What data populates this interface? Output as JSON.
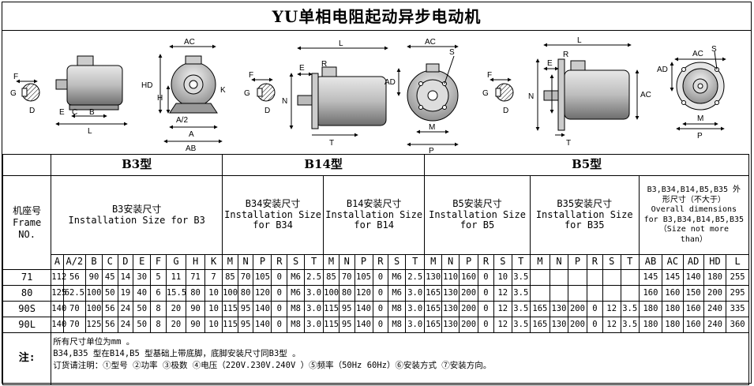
{
  "title": "YU单相电阻起动异步电动机",
  "drawings": {
    "b3_labels": {
      "F": "F",
      "G": "G",
      "D": "D",
      "HD": "HD",
      "H": "H",
      "E": "E",
      "C": "C",
      "B": "B",
      "L": "L",
      "AC": "AC",
      "K": "K",
      "A2": "A/2",
      "A": "A",
      "AB": "AB"
    },
    "b14_labels": {
      "F": "F",
      "G": "G",
      "D": "D",
      "E": "E",
      "R": "R",
      "L": "L",
      "N": "N",
      "T": "T",
      "AC": "AC",
      "AD": "AD",
      "S": "S",
      "M": "M",
      "P": "P"
    },
    "b5_labels": {
      "F": "F",
      "G": "G",
      "D": "D",
      "E": "E",
      "R": "R",
      "L": "L",
      "N": "N",
      "T": "T",
      "AC": "AC",
      "AD": "AD",
      "S": "S",
      "M": "M",
      "P": "P"
    }
  },
  "table": {
    "types": {
      "b3": "B3型",
      "b14": "B14型",
      "b5": "B5型"
    },
    "frame_header": [
      "机座号",
      "Frame",
      "NO."
    ],
    "group_titles": {
      "b3": [
        "B3安装尺寸",
        "Installation Size for B3"
      ],
      "b34": [
        "B34安装尺寸",
        "Installation Size",
        "for B34"
      ],
      "b14": [
        "B14安装尺寸",
        "Installation Size",
        "for B14"
      ],
      "b5": [
        "B5安装尺寸",
        "Installation Size",
        "for B5"
      ],
      "b35": [
        "B35安装尺寸",
        "Installation Size",
        "for B35"
      ],
      "overall": [
        "B3,B34,B14,B5,B35 外",
        "形尺寸（不大于）",
        "Overall dimensions",
        "for B3,B34,B14,B5,B35",
        "（Size not more",
        "than）"
      ]
    },
    "columns": [
      "A",
      "A/2",
      "B",
      "C",
      "D",
      "E",
      "F",
      "G",
      "H",
      "K",
      "M",
      "N",
      "P",
      "R",
      "S",
      "T",
      "M",
      "N",
      "P",
      "R",
      "S",
      "T",
      "M",
      "N",
      "P",
      "R",
      "S",
      "T",
      "M",
      "N",
      "P",
      "R",
      "S",
      "T",
      "AB",
      "AC",
      "AD",
      "HD",
      "L"
    ],
    "rows": [
      {
        "frame": "71",
        "cells": [
          "112",
          "56",
          "90",
          "45",
          "14",
          "30",
          "5",
          "11",
          "71",
          "7",
          "85",
          "70",
          "105",
          "0",
          "M6",
          "2.5",
          "85",
          "70",
          "105",
          "0",
          "M6",
          "2.5",
          "130",
          "110",
          "160",
          "0",
          "10",
          "3.5",
          "",
          "",
          "",
          "",
          "",
          "",
          "145",
          "145",
          "140",
          "180",
          "255"
        ]
      },
      {
        "frame": "80",
        "cells": [
          "125",
          "62.5",
          "100",
          "50",
          "19",
          "40",
          "6",
          "15.5",
          "80",
          "10",
          "100",
          "80",
          "120",
          "0",
          "M6",
          "3.0",
          "100",
          "80",
          "120",
          "0",
          "M6",
          "3.0",
          "165",
          "130",
          "200",
          "0",
          "12",
          "3.5",
          "",
          "",
          "",
          "",
          "",
          "",
          "160",
          "160",
          "150",
          "200",
          "295"
        ]
      },
      {
        "frame": "90S",
        "cells": [
          "140",
          "70",
          "100",
          "56",
          "24",
          "50",
          "8",
          "20",
          "90",
          "10",
          "115",
          "95",
          "140",
          "0",
          "M8",
          "3.0",
          "115",
          "95",
          "140",
          "0",
          "M8",
          "3.0",
          "165",
          "130",
          "200",
          "0",
          "12",
          "3.5",
          "165",
          "130",
          "200",
          "0",
          "12",
          "3.5",
          "180",
          "180",
          "160",
          "240",
          "335"
        ]
      },
      {
        "frame": "90L",
        "cells": [
          "140",
          "70",
          "125",
          "56",
          "24",
          "50",
          "8",
          "20",
          "90",
          "10",
          "115",
          "95",
          "140",
          "0",
          "M8",
          "3.0",
          "115",
          "95",
          "140",
          "0",
          "M8",
          "3.0",
          "165",
          "130",
          "200",
          "0",
          "12",
          "3.5",
          "165",
          "130",
          "200",
          "0",
          "12",
          "3.5",
          "180",
          "180",
          "160",
          "240",
          "360"
        ]
      }
    ],
    "notes_label": "注:",
    "notes": [
      "所有尺寸单位为mm 。",
      "B34,B35 型在B14,B5 型基础上带底脚，底脚安装尺寸同B3型 。",
      "订货请注明：①型号 ②功率 ③极数 ④电压（220V.230V.240V ）⑤频率（50Hz 60Hz）⑥安装方式 ⑦安装方向。"
    ]
  }
}
